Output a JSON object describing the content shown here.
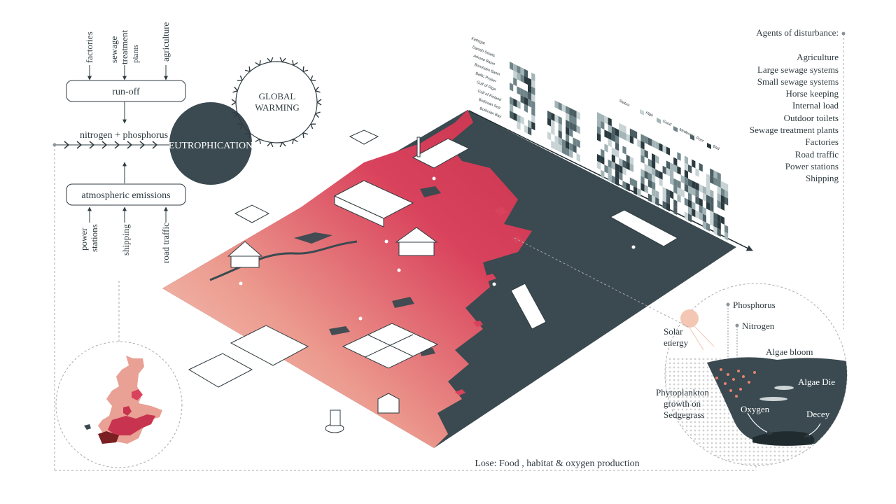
{
  "flow": {
    "inputs_top": [
      "factories",
      "sewage",
      "treatment",
      "plants",
      "agriculture"
    ],
    "runoff_label": "run-off",
    "nutrients_label": "nitrogen + phosphorus",
    "emissions_label": "atmospheric emissions",
    "inputs_bottom": [
      "power",
      "stations",
      "shipping",
      "road traffic"
    ],
    "center_label": "EUTROPHICATION",
    "cycle_label_1": "GLOBAL",
    "cycle_label_2": "WARMING"
  },
  "agents": {
    "heading": "Agents of disturbance:",
    "items": [
      "Agriculture",
      "Large sewage systems",
      "Small sewage systems",
      "Horse keeping",
      "Internal load",
      "Outdoor toilets",
      "Sewage treatment plants",
      "Factories",
      "Road traffic",
      "Power stations",
      "Shipping"
    ]
  },
  "basins": [
    "Kattegat",
    "Danish Straits",
    "Arkona Basin",
    "Bornholm Basin",
    "Baltic Proper",
    "Gulf of Riga",
    "Gulf of Finland",
    "Bothnian Sea",
    "Bothnian Bay"
  ],
  "status_legend": {
    "label": "Status:",
    "items": [
      {
        "name": "High",
        "color": "#c7d3d4"
      },
      {
        "name": "Good",
        "color": "#a3b4b7"
      },
      {
        "name": "Moderate",
        "color": "#6f8488"
      },
      {
        "name": "Poor",
        "color": "#4a5e63"
      },
      {
        "name": "Bad",
        "color": "#2a3a3f"
      }
    ]
  },
  "process": {
    "phosphorus": "Phosphorus",
    "nitrogen": "Nitrogen",
    "solar_1": "Solar",
    "solar_2": "energy",
    "algae_bloom": "Algae bloom",
    "algae_die": "Algae Die",
    "phyto_1": "Phytoplankton",
    "phyto_2": "growth on",
    "phyto_3": "Sedgegrass",
    "oxygen": "Oxygen",
    "decey": "Decey"
  },
  "footer": "Lose: Food , habitat & oxygen production",
  "colors": {
    "sea": "#3a4a50",
    "land_red": "#d9425c",
    "land_pale": "#f2b8b0",
    "ink": "#2f3b40",
    "dashed": "#a9a9a9"
  }
}
